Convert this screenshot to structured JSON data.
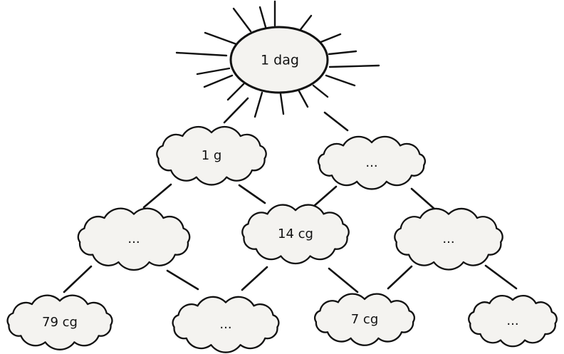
{
  "diagram": {
    "sun": {
      "label": "1 dag"
    },
    "level1": [
      {
        "label": "1 g"
      },
      {
        "label": "..."
      }
    ],
    "level2": [
      {
        "label": "..."
      },
      {
        "label": "14 cg"
      },
      {
        "label": "..."
      }
    ],
    "level3": [
      {
        "label": "79 cg"
      },
      {
        "label": "..."
      },
      {
        "label": "7 cg"
      },
      {
        "label": "..."
      }
    ]
  },
  "colors": {
    "ink": "#111111",
    "cloud_fill": "#f4f3f0",
    "background": "#ffffff"
  }
}
